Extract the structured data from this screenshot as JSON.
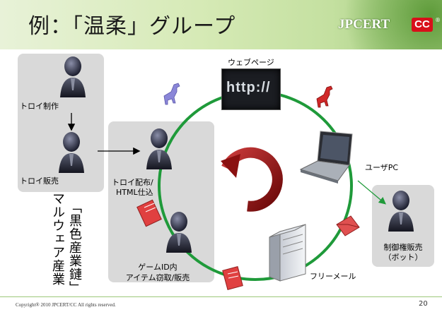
{
  "header": {
    "title": "例：「温柔」グループ",
    "logo_text": "JPCERT",
    "logo_cc": "CC",
    "logo_reg": "®"
  },
  "nodes": {
    "trojan_make": "トロイ制作",
    "trojan_sell": "トロイ販売",
    "trojan_dist_1": "トロイ配布/",
    "trojan_dist_2": "HTML仕込",
    "game_id_1": "ゲームID内",
    "game_id_2": "アイテム窃取/販売",
    "webpage": "ウェブページ",
    "http_text": "http://",
    "user_pc": "ユーザPC",
    "free_mail": "フリーメール",
    "control_1": "制御権販売",
    "control_2": "（ボット）"
  },
  "vertical_text": {
    "col1": "「黒色産業鏈」",
    "col2": "マルウェア産業"
  },
  "footer": {
    "copyright": "Copyright® 2010 JPCERT/CC All rights reserved.",
    "page_number": "20"
  },
  "colors": {
    "cycle_green": "#1f9a3a",
    "box_gray": "#d9d9d9",
    "red_arrow": "#a01010",
    "header_green": "#9cc878"
  }
}
